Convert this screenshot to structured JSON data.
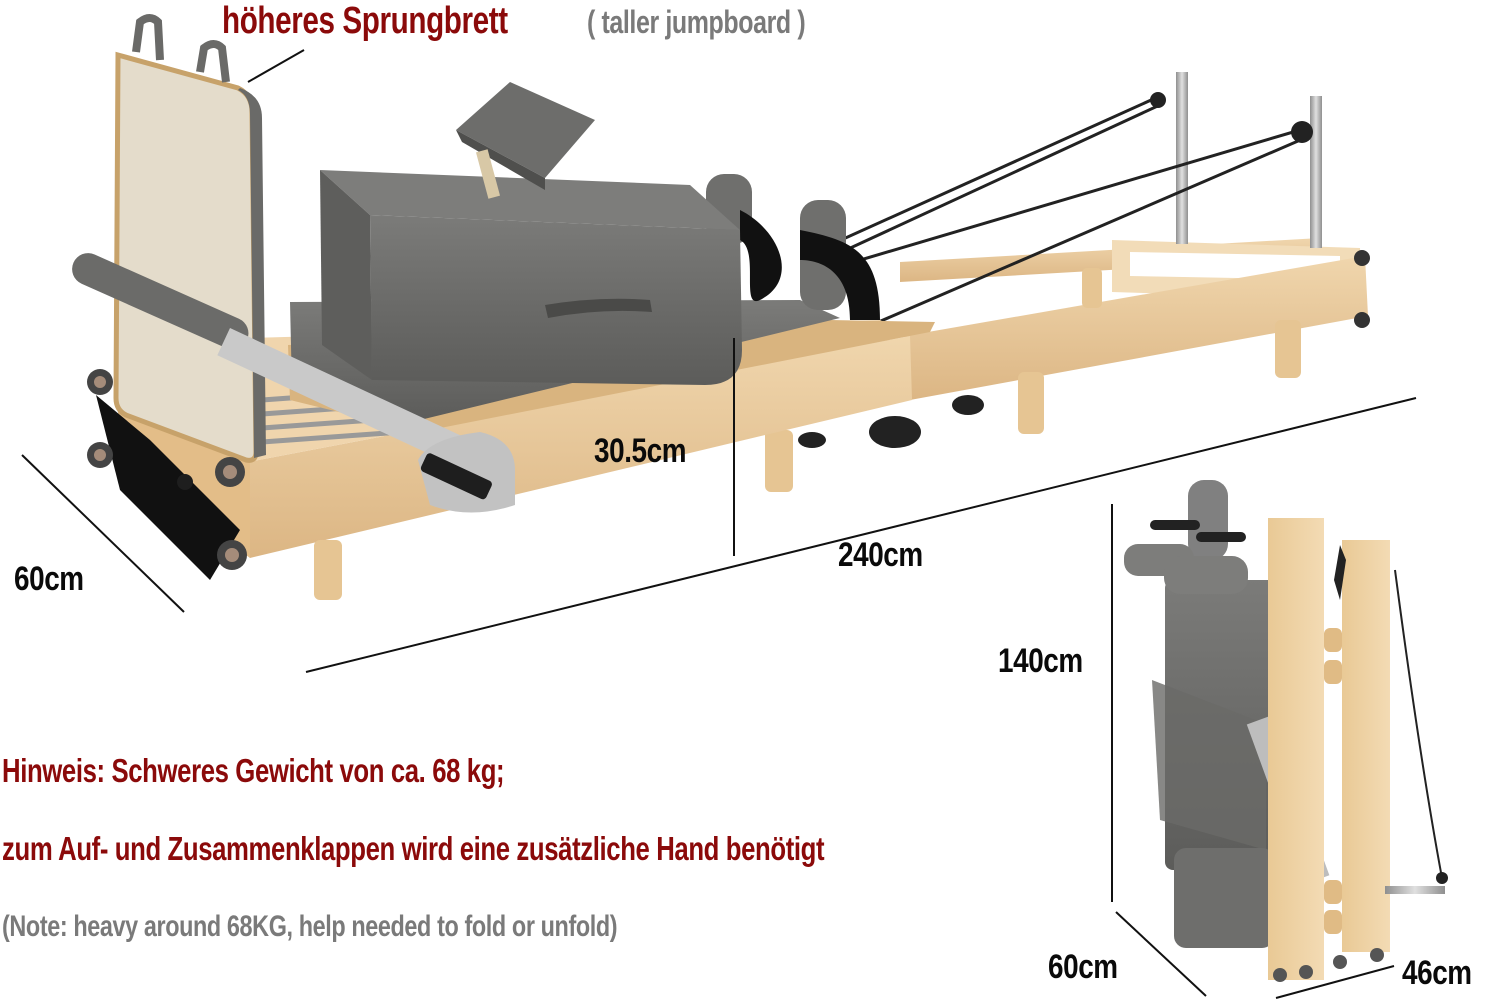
{
  "header": {
    "title_de": "höheres Sprungbrett",
    "title_en": "( taller jumpboard )"
  },
  "dimensions": {
    "main_width": "60cm",
    "main_height": "30.5cm",
    "main_length": "240cm",
    "folded_height": "140cm",
    "folded_depth": "60cm",
    "folded_width": "46cm"
  },
  "notes": {
    "line1": "Hinweis:  Schweres Gewicht von ca. 68 kg;",
    "line2": "zum Auf- und Zusammenklappen wird eine zusätzliche Hand benötigt",
    "line3": "(Note: heavy around 68KG, help needed to fold or unfold)"
  },
  "colors": {
    "red_text": "#8b0a0a",
    "grey_text": "#7a7a7a",
    "dimension_text": "#0a0a0a",
    "wood": "#e8c89a",
    "upholstery": "#6e6e6c",
    "jumpboard": "#e4dccb",
    "metal": "#b9b9b9"
  }
}
